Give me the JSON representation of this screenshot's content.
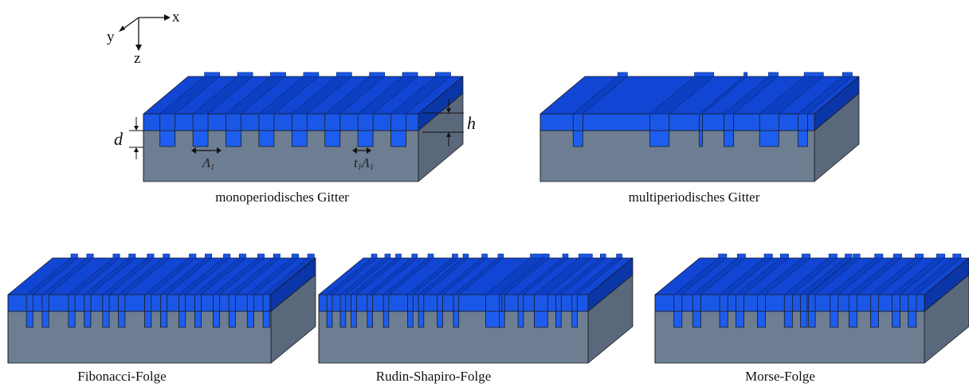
{
  "axes": {
    "x": "x",
    "y": "y",
    "z": "z"
  },
  "colors": {
    "substrate_top": "#8a97aa",
    "substrate_front": "#6d7d92",
    "substrate_side": "#5a687b",
    "ridge_front": "#1a57e6",
    "ridge_top": "#1146d4",
    "ridge_side": "#0b36a8",
    "groove": "#1d5ef0",
    "outline": "#1a1a1a"
  },
  "labels": {
    "d": "d",
    "h": "h",
    "period": "Λ",
    "period_sub": "1",
    "fill": "t",
    "fill_sub": "1"
  },
  "panels": [
    {
      "id": "mono",
      "caption": "monoperiodisches Gitter",
      "grooves": [
        0.06,
        0.18,
        0.3,
        0.42,
        0.54,
        0.66,
        0.78,
        0.9
      ],
      "widths": [
        0.055,
        0.055,
        0.055,
        0.055,
        0.055,
        0.055,
        0.055,
        0.055
      ]
    },
    {
      "id": "multi",
      "caption": "multiperiodisches Gitter",
      "grooves": [
        0.12,
        0.4,
        0.58,
        0.67,
        0.8,
        0.94
      ],
      "widths": [
        0.035,
        0.07,
        0.012,
        0.035,
        0.07,
        0.035
      ]
    },
    {
      "id": "fibonacci",
      "caption": "Fibonacci-Folge",
      "grooves": [
        0.07,
        0.13,
        0.23,
        0.29,
        0.36,
        0.42,
        0.52,
        0.58,
        0.65,
        0.71,
        0.78,
        0.84,
        0.91,
        0.97
      ],
      "widths": [
        0.025,
        0.025,
        0.025,
        0.025,
        0.025,
        0.025,
        0.025,
        0.025,
        0.025,
        0.025,
        0.025,
        0.025,
        0.025,
        0.025
      ]
    },
    {
      "id": "rudin",
      "caption": "Rudin-Shapiro-Folge",
      "grooves": [
        0.03,
        0.08,
        0.12,
        0.18,
        0.24,
        0.33,
        0.37,
        0.44,
        0.5,
        0.62,
        0.67,
        0.74,
        0.8,
        0.88,
        0.94
      ],
      "widths": [
        0.02,
        0.02,
        0.02,
        0.02,
        0.02,
        0.02,
        0.02,
        0.02,
        0.02,
        0.06,
        0.02,
        0.02,
        0.05,
        0.02,
        0.02
      ]
    },
    {
      "id": "morse",
      "caption": "Morse-Folge",
      "grooves": [
        0.07,
        0.14,
        0.24,
        0.3,
        0.38,
        0.48,
        0.54,
        0.57,
        0.65,
        0.72,
        0.8,
        0.88,
        0.94
      ],
      "widths": [
        0.03,
        0.03,
        0.03,
        0.03,
        0.03,
        0.03,
        0.025,
        0.025,
        0.03,
        0.03,
        0.03,
        0.03,
        0.03
      ]
    }
  ]
}
